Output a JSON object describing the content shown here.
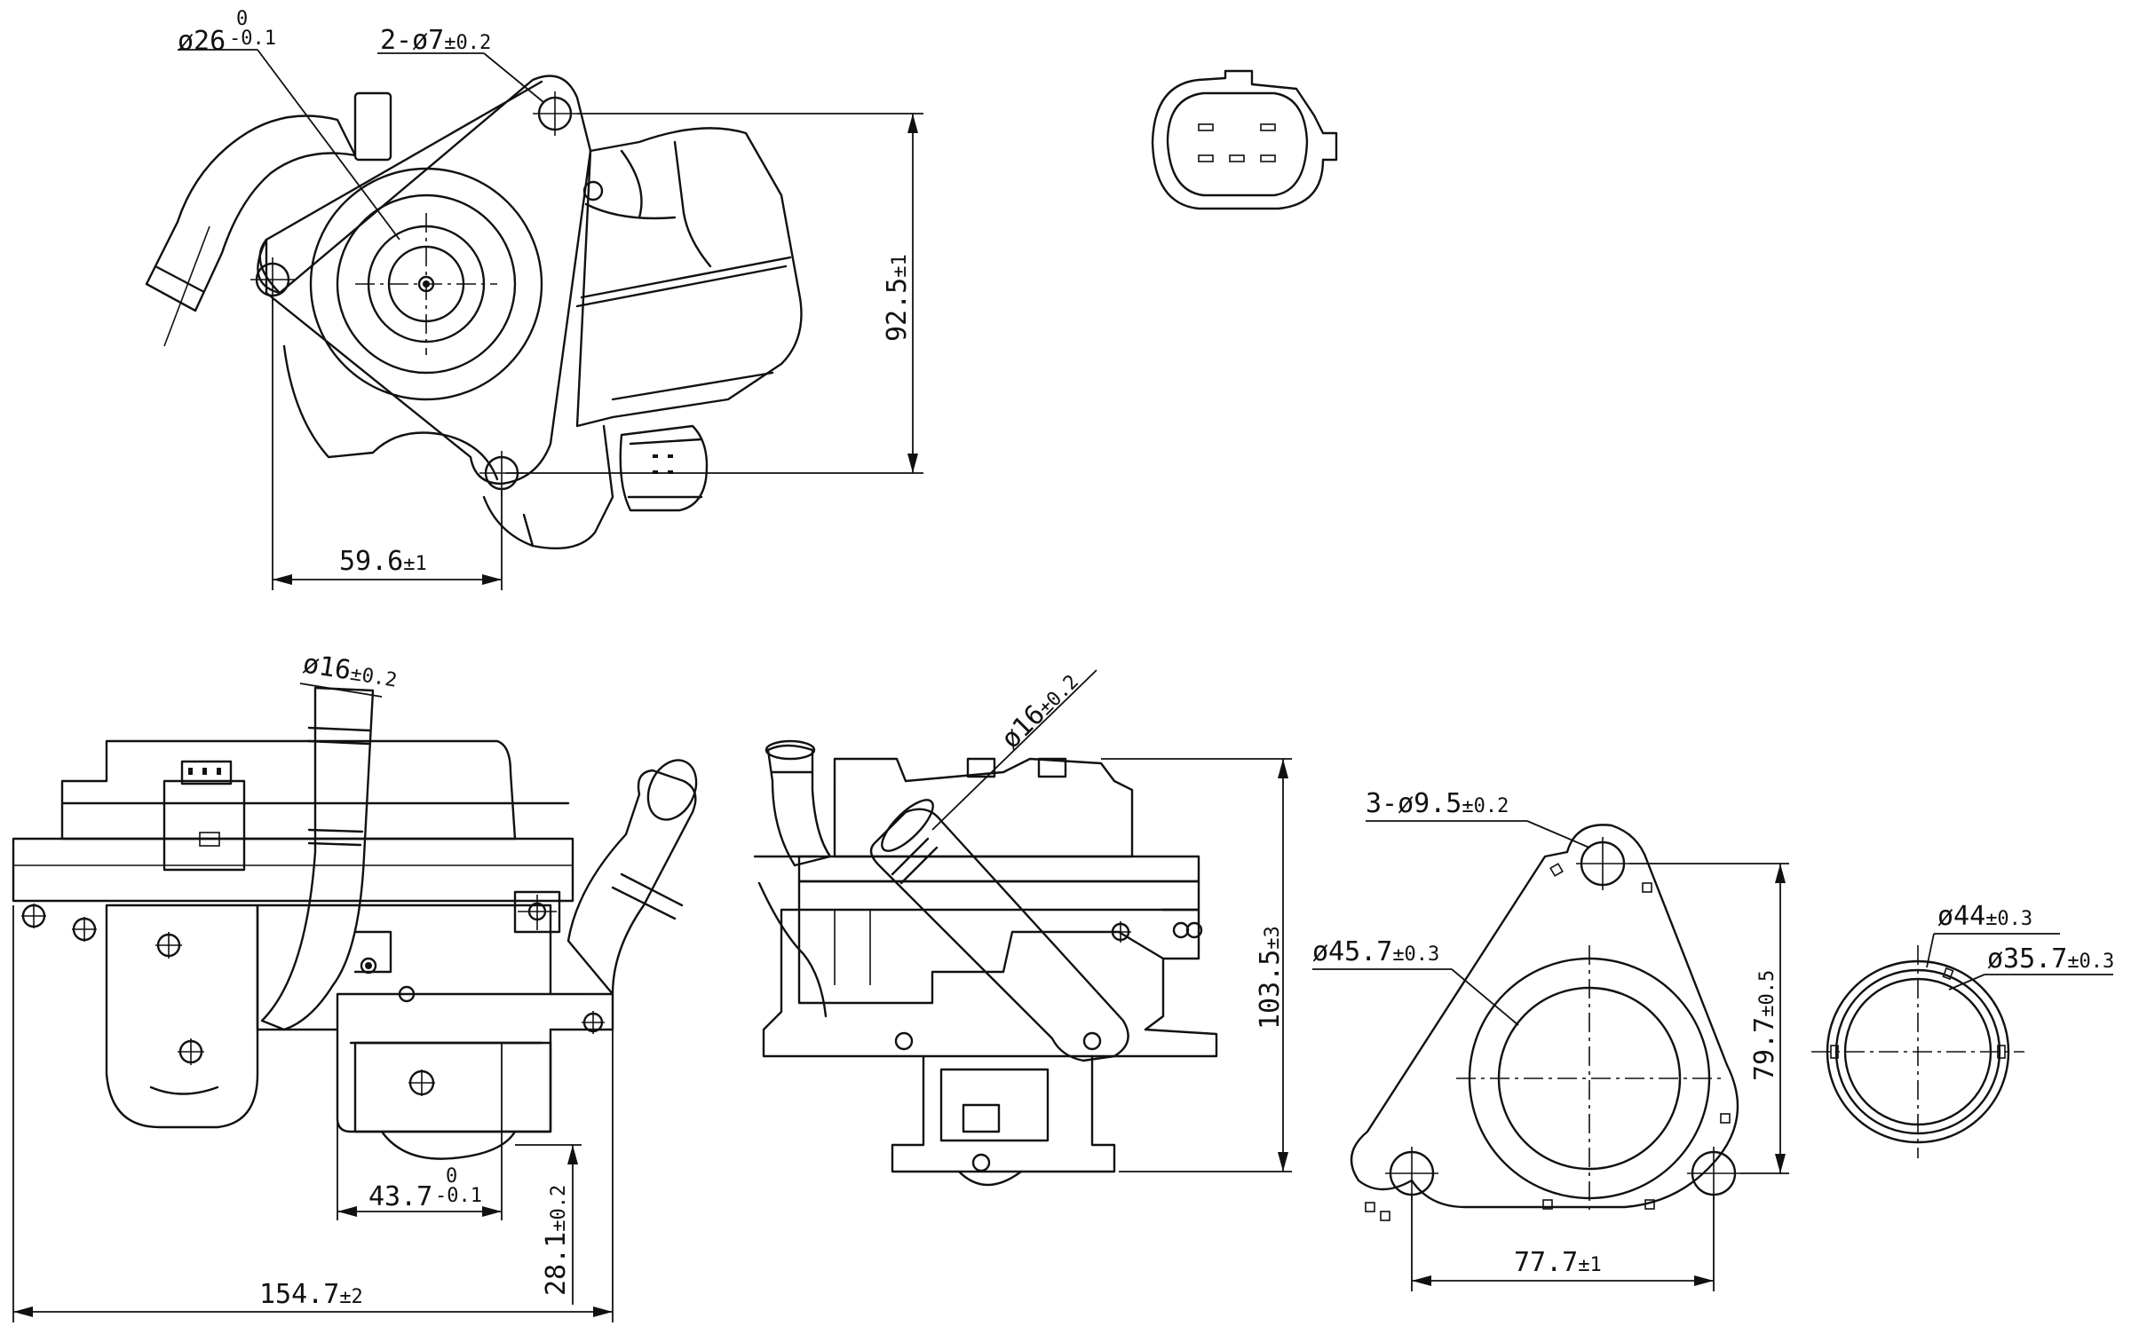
{
  "dimensions": {
    "top_bore": {
      "base": "ø26",
      "upper_tol": "0",
      "lower_tol": "-0.1"
    },
    "top_holes": {
      "text": "2-ø7",
      "tol": "±0.2"
    },
    "top_height": {
      "text": "92.5",
      "tol": "±1"
    },
    "top_width": {
      "text": "59.6",
      "tol": "±1"
    },
    "front_pipe": {
      "text": "ø16",
      "tol": "±0.2"
    },
    "front_port": {
      "base": "43.7",
      "upper_tol": "0",
      "lower_tol": "-0.1"
    },
    "front_port_height": {
      "text": "28.1",
      "tol": "±0.2"
    },
    "front_width": {
      "text": "154.7",
      "tol": "±2"
    },
    "side_pipe": {
      "text": "ø16",
      "tol": "±0.2"
    },
    "side_height": {
      "text": "103.5",
      "tol": "±3"
    },
    "flange_holes": {
      "text": "3-ø9.5",
      "tol": "±0.2"
    },
    "flange_bore": {
      "text": "ø45.7",
      "tol": "±0.3"
    },
    "flange_height": {
      "text": "79.7",
      "tol": "±0.5"
    },
    "flange_width": {
      "text": "77.7",
      "tol": "±1"
    },
    "gasket_outer": {
      "text": "ø44",
      "tol": "±0.3"
    },
    "gasket_inner": {
      "text": "ø35.7",
      "tol": "±0.3"
    }
  }
}
